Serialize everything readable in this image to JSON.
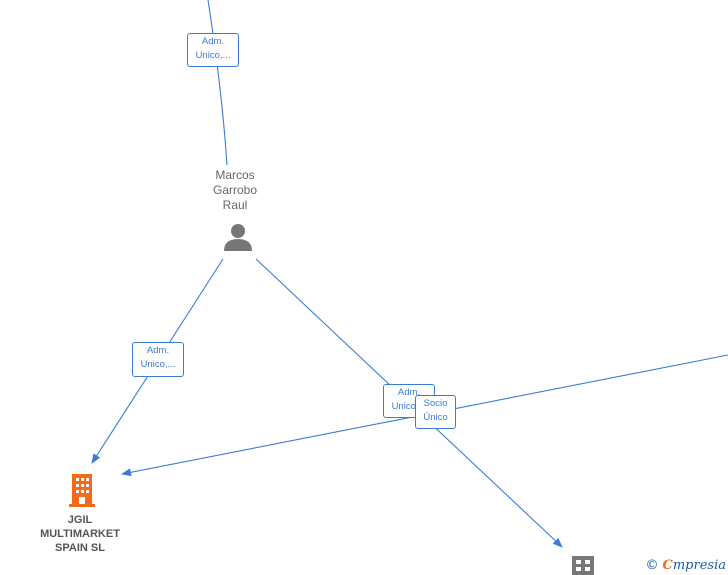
{
  "colors": {
    "edge": "#3a7bd5",
    "company_main": "#f26a1b",
    "company_other": "#777777",
    "person": "#777777"
  },
  "person": {
    "name_line1": "Marcos",
    "name_line2": "Garrobo",
    "name_line3": "Raul",
    "icon": "person-icon"
  },
  "edge_labels": {
    "top": {
      "line1": "Adm.",
      "line2": "Unico,..."
    },
    "left": {
      "line1": "Adm.",
      "line2": "Unico,..."
    },
    "middle": {
      "line1": "Adm.",
      "line2": "Unico,..."
    },
    "socio": {
      "line1": "Socio",
      "line2": "Único"
    }
  },
  "company_main": {
    "line1": "JGIL",
    "line2": "MULTIMARKET",
    "line3": "SPAIN  SL",
    "icon": "building-icon"
  },
  "company_other": {
    "icon": "building-icon"
  },
  "watermark": {
    "copyright": "©",
    "brand_first": "C",
    "brand_rest": "mpresia"
  }
}
